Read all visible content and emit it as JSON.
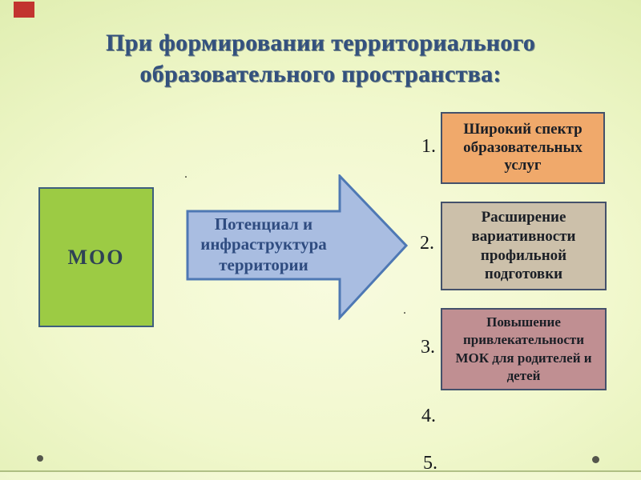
{
  "slide": {
    "title": "При формировании территориального образовательного пространства:",
    "moo_box": {
      "label": "МОО",
      "fill": "#9CCB44"
    },
    "arrow": {
      "label": "Потенциал и инфраструктура территории",
      "fill": "#A9BDE1",
      "border": "#4E78B4"
    },
    "numbered_list": [
      "1.",
      "2.",
      "3.",
      "4.",
      "5."
    ],
    "result_boxes": [
      {
        "text": "Широкий спектр образовательных услуг",
        "fill": "#F0A96B"
      },
      {
        "text": "Расширение вариативности профильной подготовки",
        "fill": "#CCC0AA"
      },
      {
        "text": "Повышение привлекательности МОК для родителей и детей",
        "fill": "#C08F92"
      }
    ],
    "stray_marks": {
      "dot_above_arrow": ".",
      "dot_below_arrow": "."
    },
    "decorations": {
      "red_marker_color": "#C2342F",
      "corner_dot_color": "#54564C",
      "title_color": "#33517E",
      "box_border_color": "#44516B",
      "background_center": "#F8FBDF",
      "background_edge": "#CFE49A"
    }
  }
}
